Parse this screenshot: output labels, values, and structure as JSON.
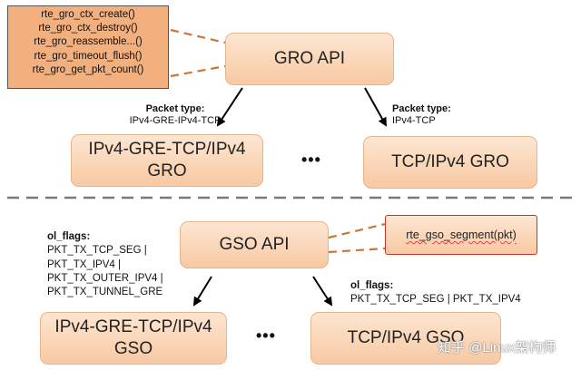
{
  "gro_functions": [
    "rte_gro_ctx_create()",
    "rte_gro_ctx_destroy()",
    "rte_gro_reassemble...()",
    "rte_gro_timeout_flush()",
    "rte_gro_get_pkt_count()"
  ],
  "gro_api_label": "GRO API",
  "gro_left": {
    "packet_type_label": "Packet type:",
    "packet_type_value": "IPv4-GRE-IPv4-TCP",
    "box_line1": "IPv4-GRE-TCP/IPv4",
    "box_line2": "GRO"
  },
  "gro_right": {
    "packet_type_label": "Packet type:",
    "packet_type_value": "IPv4-TCP",
    "box_label": "TCP/IPv4 GRO"
  },
  "ellipsis": "•••",
  "gso_api_label": "GSO API",
  "gso_function": "rte_gso_segment(pkt)",
  "gso_left_flags": {
    "label": "ol_flags:",
    "lines": [
      "PKT_TX_TCP_SEG |",
      "PKT_TX_IPV4 |",
      "PKT_TX_OUTER_IPV4 |",
      "PKT_TX_TUNNEL_GRE"
    ]
  },
  "gso_right_flags": {
    "label": "ol_flags:",
    "value": "PKT_TX_TCP_SEG | PKT_TX_IPV4"
  },
  "gso_left_box": {
    "line1": "IPv4-GRE-TCP/IPv4",
    "line2": "GSO"
  },
  "gso_right_box": {
    "label": "TCP/IPv4 GSO"
  },
  "watermark": "知乎 @Linux架构师",
  "colors": {
    "box_fill": "#f8c9a3",
    "func_fill": "#f3b07f",
    "connector": "#c8763a",
    "divider": "#7a7a7a"
  }
}
